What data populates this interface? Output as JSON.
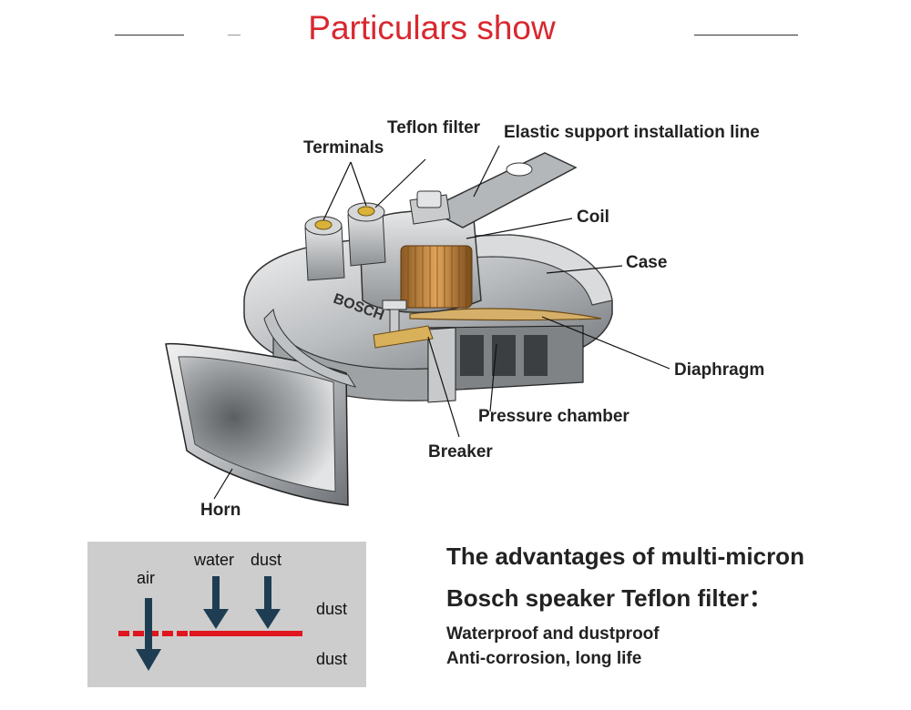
{
  "header": {
    "title": "Particulars show"
  },
  "diagram": {
    "labels": {
      "teflon_filter": "Teflon filter",
      "terminals": "Terminals",
      "elastic_support": "Elastic support installation line",
      "coil": "Coil",
      "case": "Case",
      "diaphragm": "Diaphragm",
      "pressure_chamber": "Pressure chamber",
      "breaker": "Breaker",
      "horn": "Horn",
      "brand_mark": "BOSCH"
    }
  },
  "filter_demo": {
    "air": "air",
    "water": "water",
    "dust_top": "dust",
    "dust_right": "dust",
    "dust_bottom": "dust",
    "colors": {
      "membrane": "#e0151d",
      "arrow": "#1f3d52",
      "box": "#cdcdcd"
    }
  },
  "advantages": {
    "heading_line1": "The advantages of multi-micron",
    "heading_line2": "Bosch speaker Teflon filter：",
    "point1": "Waterproof and dustproof",
    "point2": "Anti-corrosion, long life"
  }
}
